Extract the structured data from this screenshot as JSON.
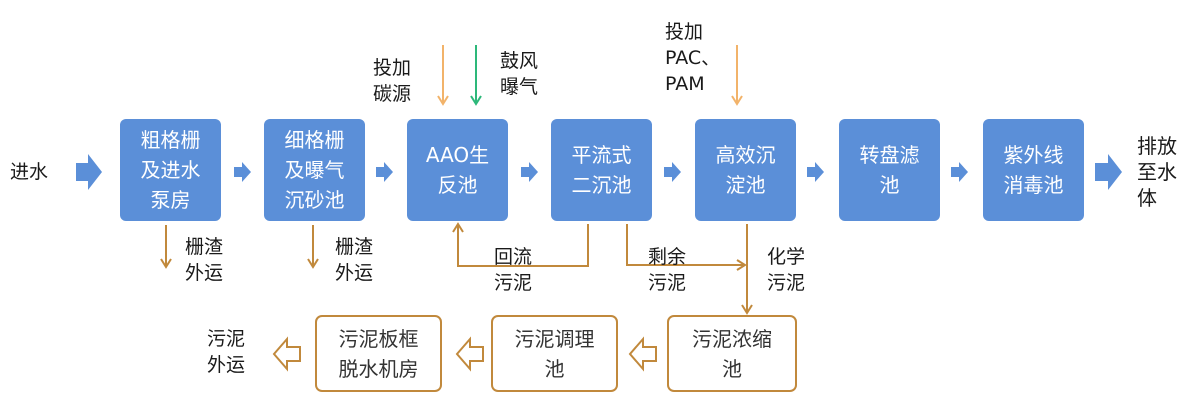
{
  "colors": {
    "process_fill": "#5b8fd8",
    "sludge_border": "#c1893c",
    "carbon_arrow": "#f2b36a",
    "aeration_arrow": "#2db87a",
    "flow_arrow": "#5b8fd8"
  },
  "input_label": "进水",
  "output_label": "排放\n至水\n体",
  "process_steps": [
    "粗格栅\n及进水\n泵房",
    "细格栅\n及曝气\n沉砂池",
    "AAO生\n反池",
    "平流式\n二沉池",
    "高效沉\n淀池",
    "转盘滤\n池",
    "紫外线\n消毒池"
  ],
  "sludge_steps": [
    "污泥浓缩\n池",
    "污泥调理\n池",
    "污泥板框\n脱水机房"
  ],
  "sludge_output_label": "污泥\n外运",
  "annotations": {
    "carbon_dosing": "投加\n碳源",
    "aeration": "鼓风\n曝气",
    "pac_pam_dosing": "投加\nPAC、\nPAM",
    "screenings_1": "栅渣\n外运",
    "screenings_2": "栅渣\n外运",
    "return_sludge": "回流\n污泥",
    "excess_sludge": "剩余\n污泥",
    "chemical_sludge": "化学\n污泥"
  }
}
